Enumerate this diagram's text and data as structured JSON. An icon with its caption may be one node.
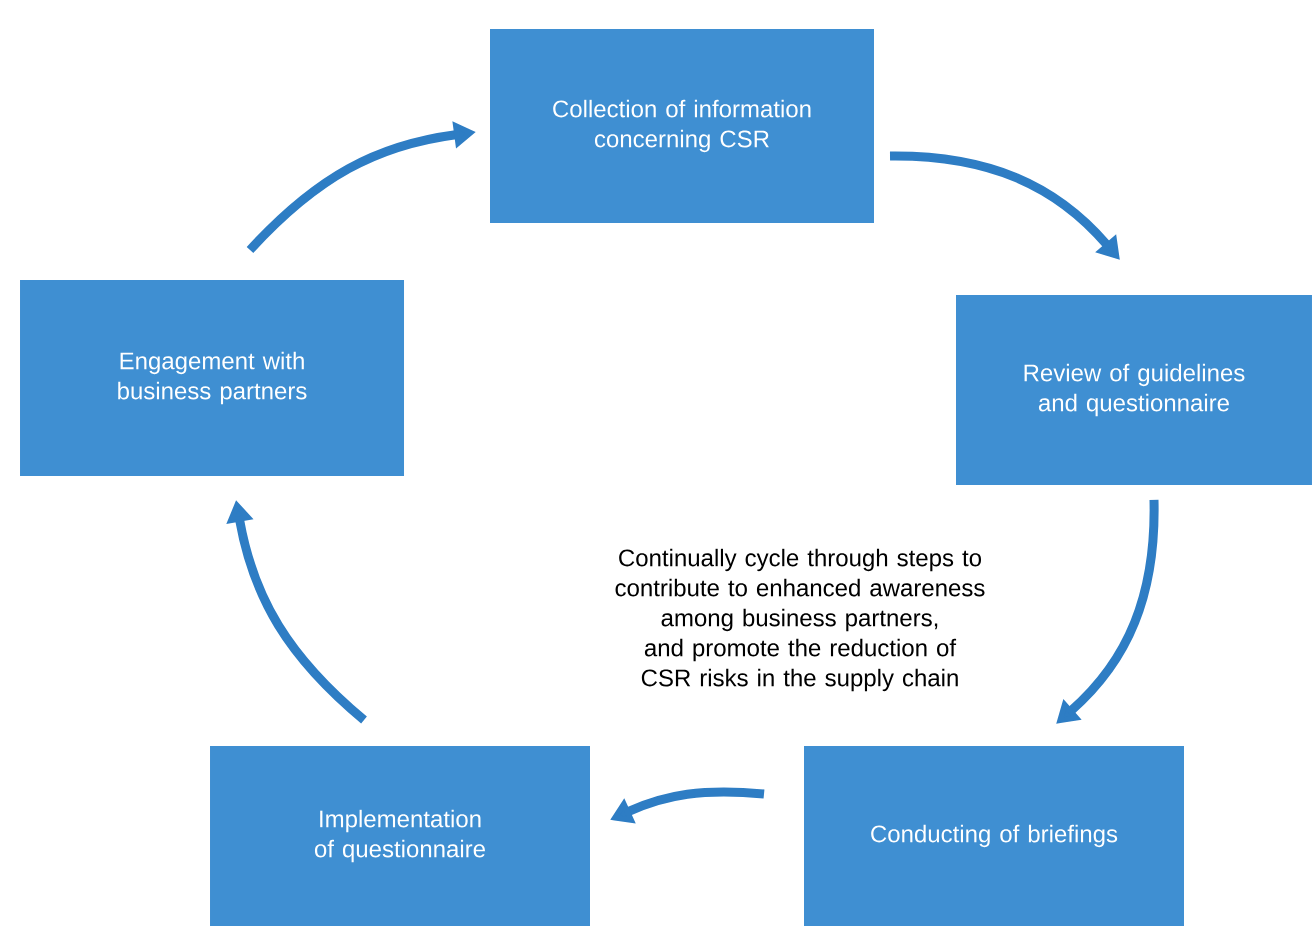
{
  "diagram": {
    "nodes": [
      {
        "text": [
          "Collection of information concerning CSR"
        ]
      },
      {
        "text": [
          "Review of guidelines and questionnaire"
        ]
      },
      {
        "text": [
          "Conducting of briefings"
        ]
      },
      {
        "text": [
          "Implementation of questionnaire"
        ]
      },
      {
        "text": [
          "Engagement with business partners"
        ]
      }
    ],
    "edges": [
      {
        "from": 0,
        "to": 1,
        "arrow": "to"
      },
      {
        "from": 1,
        "to": 2,
        "arrow": "to"
      },
      {
        "from": 2,
        "to": 3,
        "arrow": "to"
      },
      {
        "from": 3,
        "to": 4,
        "arrow": "to"
      },
      {
        "from": 4,
        "to": 0,
        "arrow": "to"
      }
    ],
    "labels": [
      "Continually cycle through steps to contribute to enhanced awareness among business partners, and promote the reduction of CSR risks in the supply chain"
    ]
  }
}
